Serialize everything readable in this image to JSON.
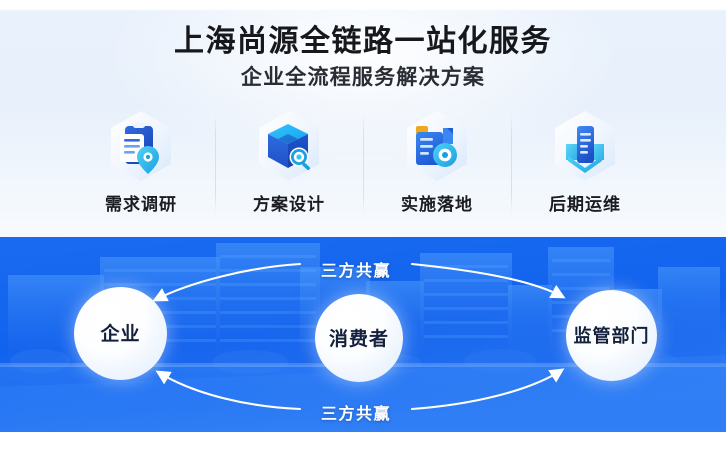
{
  "header": {
    "title": "上海尚源全链路一站化服务",
    "subtitle": "企业全流程服务解决方案"
  },
  "features": [
    {
      "label": "需求调研",
      "icon": "clipboard-location-icon"
    },
    {
      "label": "方案设计",
      "icon": "cube-magnifier-icon"
    },
    {
      "label": "实施落地",
      "icon": "folder-gear-icon"
    },
    {
      "label": "后期运维",
      "icon": "server-download-icon"
    }
  ],
  "diagram": {
    "nodes": [
      {
        "label": "企业"
      },
      {
        "label": "消费者"
      },
      {
        "label": "监管部门"
      }
    ],
    "labels": {
      "top": "三方共赢",
      "bottom": "三方共赢"
    }
  },
  "colors": {
    "top_background": "#e8f0fb",
    "blue_background": "#1467ef",
    "title_text": "#16181c",
    "node_text": "#14213d",
    "icon_blue": "#1f5fd8",
    "icon_cyan": "#29b6f0",
    "icon_orange": "#f0a81e",
    "divider": "#cfe0f7"
  }
}
